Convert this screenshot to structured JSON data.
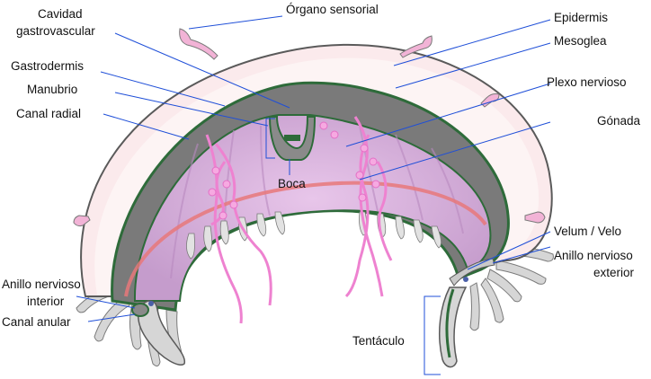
{
  "diagram": {
    "labels": {
      "organo_sensorial": "Órgano sensorial",
      "cavidad_1": "Cavidad",
      "cavidad_2": "gastrovascular",
      "gastrodermis": "Gastrodermis",
      "manubrio": "Manubrio",
      "canal_radial": "Canal radial",
      "epidermis": "Epidermis",
      "mesoglea": "Mesoglea",
      "plexo_nervioso": "Plexo nervioso",
      "gonada": "Gónada",
      "boca": "Boca",
      "velum": "Velum / Velo",
      "anillo_ext_1": "Anillo nervioso",
      "anillo_ext_2": "exterior",
      "anillo_int_1": "Anillo nervioso",
      "anillo_int_2": "interior",
      "canal_anular": "Canal anular",
      "tentaculo": "Tentáculo"
    },
    "colors": {
      "epidermis": "#f7e3e6",
      "mesoglea": "#fdf2f2",
      "gastrodermis": "#6f6f6f",
      "green_outline": "#2e6b3a",
      "cavity": "#d9b3dd",
      "gonad": "#ee82d0",
      "ring": "#e8787a",
      "tentacle": "#d8d8d8",
      "label_line": "#1f4fd8"
    }
  }
}
